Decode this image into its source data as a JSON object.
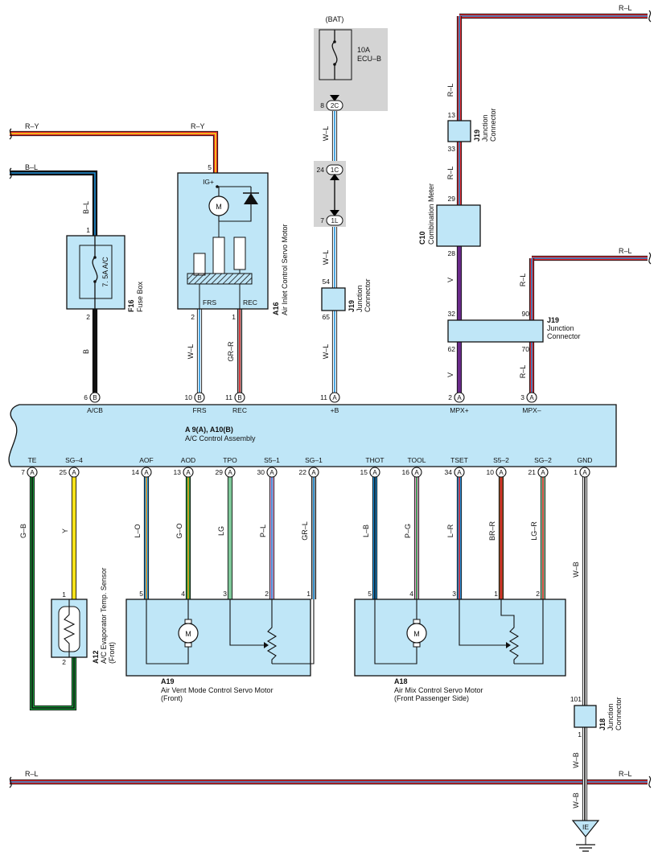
{
  "palette": {
    "R": "#e5262a",
    "L": "#1d8fd8",
    "W": "#ffffff",
    "Y": "#f7e21a",
    "B": "#111111",
    "G": "#1a9a3a",
    "V": "#6a2a8a",
    "O": "#f39a1e",
    "P": "#e79ccc",
    "GR": "#9a9a9a",
    "LG": "#7fc99a",
    "BR": "#8a4a22",
    "component": "#bfe6f7",
    "shade": "#d4d4d4"
  },
  "wire_colors": {
    "r_y": "R–Y",
    "b_l": "B–L",
    "r_l": "R–L",
    "b": "B",
    "w_l": "W–L",
    "gr_r": "GR–R",
    "v": "V",
    "g_b": "G–B",
    "y": "Y",
    "l_o": "L–O",
    "g_o": "G–O",
    "lg": "LG",
    "p_l": "P–L",
    "gr_l": "GR–L",
    "l_b": "L–B",
    "p_g": "P–G",
    "l_r": "L–R",
    "br_r": "BR–R",
    "lg_r": "LG–R",
    "w_b": "W–B"
  },
  "battery": {
    "label": "(BAT)",
    "fuse_amp": "10A",
    "fuse_name": "ECU–B"
  },
  "connectors": {
    "c2c": "2C",
    "c1c": "1C",
    "c1l": "1L",
    "pin_8": "8",
    "pin_24": "24",
    "pin_7": "7"
  },
  "fuse_box": {
    "code": "F16",
    "name": "Fuse Box",
    "fuse": "7. 5A A/C",
    "pin_in": "1",
    "pin_out": "2"
  },
  "servo_inlet": {
    "code": "A16",
    "name": "Air Inlet Control Servo Motor",
    "pin_ig": "5",
    "ig_label": "IG+",
    "motor": "M",
    "frs": "FRS",
    "rec": "REC",
    "pin_frs": "2",
    "pin_rec": "1"
  },
  "jc_mid": {
    "code": "J19",
    "name1": "Junction",
    "name2": "Connector",
    "pin_top": "54",
    "pin_bot": "65"
  },
  "jc_top": {
    "code": "J19",
    "name1": "Junction",
    "name2": "Connector",
    "pin_top": "13",
    "pin_bot": "33"
  },
  "meter": {
    "code": "C10",
    "name": "Combination Meter",
    "pin_top": "29",
    "pin_bot": "28"
  },
  "jc_right": {
    "code": "J19",
    "name1": "Junction",
    "name2": "Connector",
    "pin_32": "32",
    "pin_62": "62",
    "pin_90": "90",
    "pin_70": "70"
  },
  "ac_assembly": {
    "title": "A 9(A), A10(B)",
    "name": "A/C Control Assembly",
    "top_pins": [
      {
        "num": "6",
        "conn": "B",
        "label": "A/CB"
      },
      {
        "num": "10",
        "conn": "B",
        "label": "FRS"
      },
      {
        "num": "11",
        "conn": "B",
        "label": "REC"
      },
      {
        "num": "11",
        "conn": "A",
        "label": "+B"
      },
      {
        "num": "2",
        "conn": "A",
        "label": "MPX+"
      },
      {
        "num": "3",
        "conn": "A",
        "label": "MPX–"
      }
    ],
    "bottom_pins": [
      {
        "num": "7",
        "conn": "A",
        "label": "TE"
      },
      {
        "num": "25",
        "conn": "A",
        "label": "SG–4"
      },
      {
        "num": "14",
        "conn": "A",
        "label": "AOF"
      },
      {
        "num": "13",
        "conn": "A",
        "label": "AOD"
      },
      {
        "num": "29",
        "conn": "A",
        "label": "TPO"
      },
      {
        "num": "30",
        "conn": "A",
        "label": "S5–1"
      },
      {
        "num": "22",
        "conn": "A",
        "label": "SG–1"
      },
      {
        "num": "15",
        "conn": "A",
        "label": "THOT"
      },
      {
        "num": "16",
        "conn": "A",
        "label": "TOOL"
      },
      {
        "num": "34",
        "conn": "A",
        "label": "TSET"
      },
      {
        "num": "10",
        "conn": "A",
        "label": "S5–2"
      },
      {
        "num": "21",
        "conn": "A",
        "label": "SG–2"
      },
      {
        "num": "1",
        "conn": "A",
        "label": "GND"
      }
    ]
  },
  "sensor": {
    "code": "A12",
    "name1": "A/C Evaporator Temp. Sensor",
    "name2": "(Front)",
    "pin_1": "1",
    "pin_2": "2"
  },
  "servo_vent": {
    "code": "A19",
    "name1": "Air Vent Mode Control Servo Motor",
    "name2": "(Front)",
    "pins": [
      "5",
      "4",
      "3",
      "2",
      "1"
    ],
    "motor": "M"
  },
  "servo_mix": {
    "code": "A18",
    "name1": "Air Mix Control Servo Motor",
    "name2": "(Front Passenger Side)",
    "pins": [
      "5",
      "4",
      "3",
      "1",
      "2"
    ],
    "motor": "M"
  },
  "jc_ground": {
    "code": "J18",
    "name1": "Junction",
    "name2": "Connector",
    "pin_top": "101",
    "pin_bot": "1"
  },
  "ground": {
    "label": "IE"
  }
}
